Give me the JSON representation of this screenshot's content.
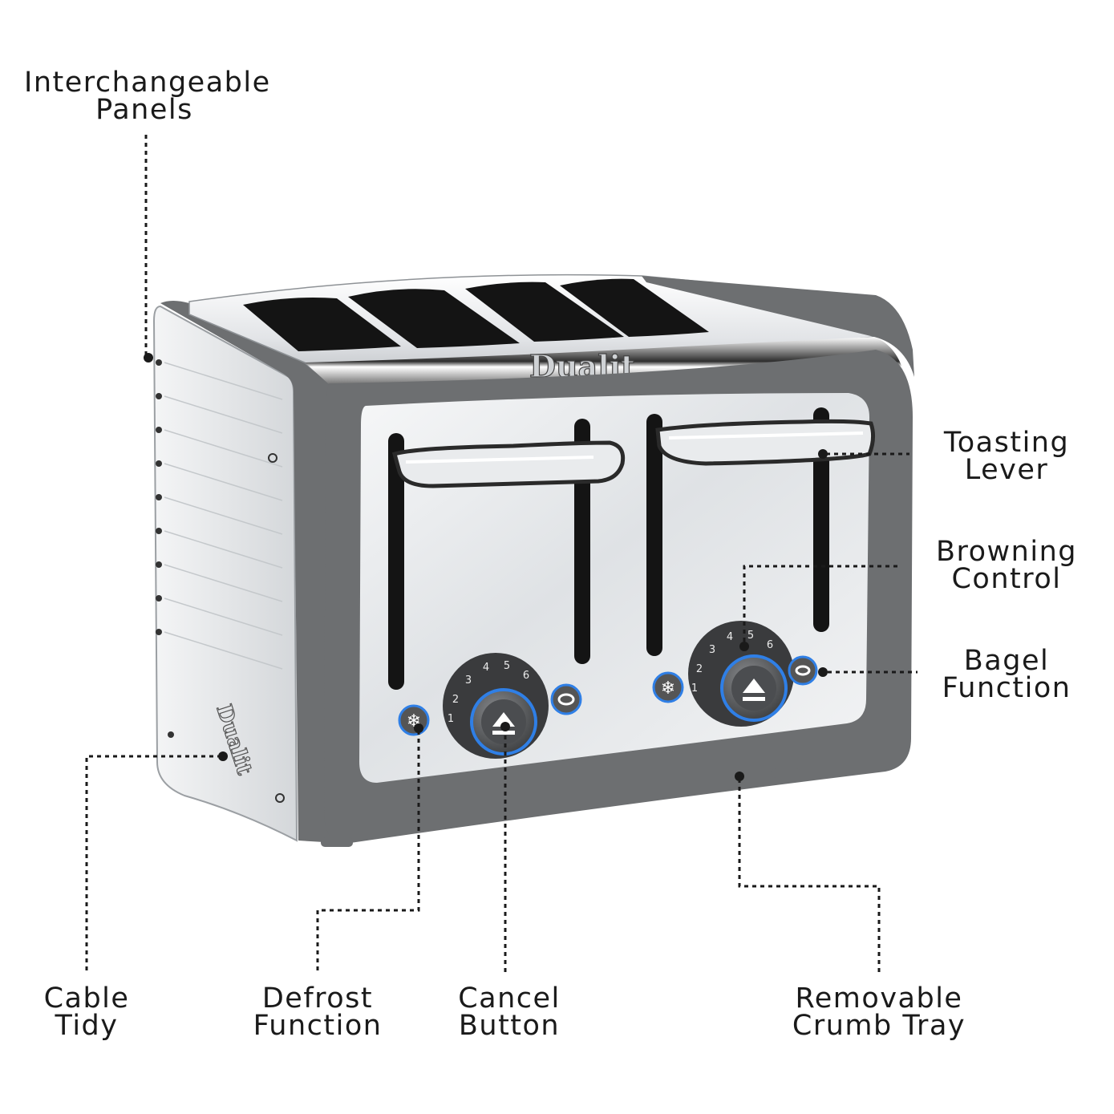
{
  "brand": "Dualit",
  "browning_scale": [
    "1",
    "2",
    "3",
    "4",
    "5",
    "6"
  ],
  "colors": {
    "panel_grey": "#6d6f71",
    "steel": "#eceef0",
    "slot_black": "#141414",
    "led_blue": "#2f7fe6",
    "label_text": "#1a1a1a"
  },
  "icons": {
    "defrost": "snowflake-icon",
    "cancel": "eject-icon",
    "bagel": "bagel-icon"
  },
  "labels": {
    "interchangeable_panels": [
      "Interchangeable",
      "Panels"
    ],
    "toasting_lever": [
      "Toasting",
      "Lever"
    ],
    "browning_control": [
      "Browning",
      "Control"
    ],
    "bagel_function": [
      "Bagel",
      "Function"
    ],
    "cable_tidy": [
      "Cable",
      "Tidy"
    ],
    "defrost_function": [
      "Defrost",
      "Function"
    ],
    "cancel_button": [
      "Cancel",
      "Button"
    ],
    "removable_crumb_tray": [
      "Removable",
      "Crumb Tray"
    ]
  }
}
